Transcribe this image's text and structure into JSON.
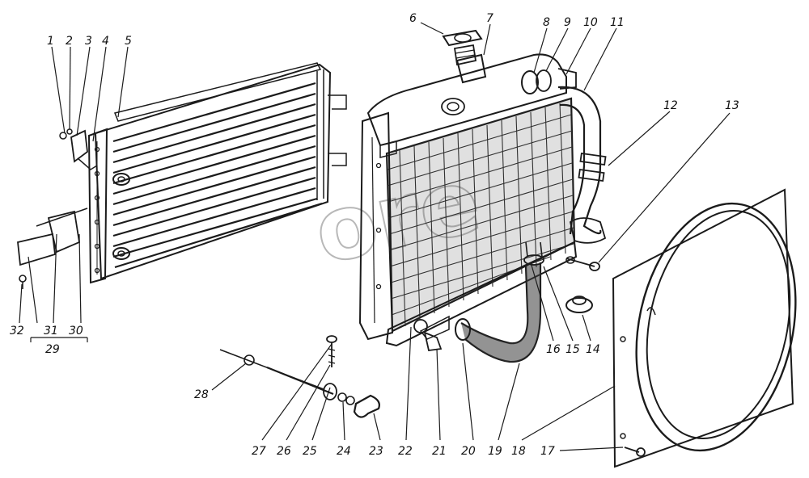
{
  "diagram": {
    "labels": [
      "1",
      "2",
      "3",
      "4",
      "5",
      "6",
      "7",
      "8",
      "9",
      "10",
      "11",
      "12",
      "13",
      "14",
      "15",
      "16",
      "17",
      "18",
      "19",
      "20",
      "21",
      "22",
      "23",
      "24",
      "25",
      "26",
      "27",
      "28",
      "29",
      "30",
      "31",
      "32"
    ],
    "watermark": "ore"
  }
}
